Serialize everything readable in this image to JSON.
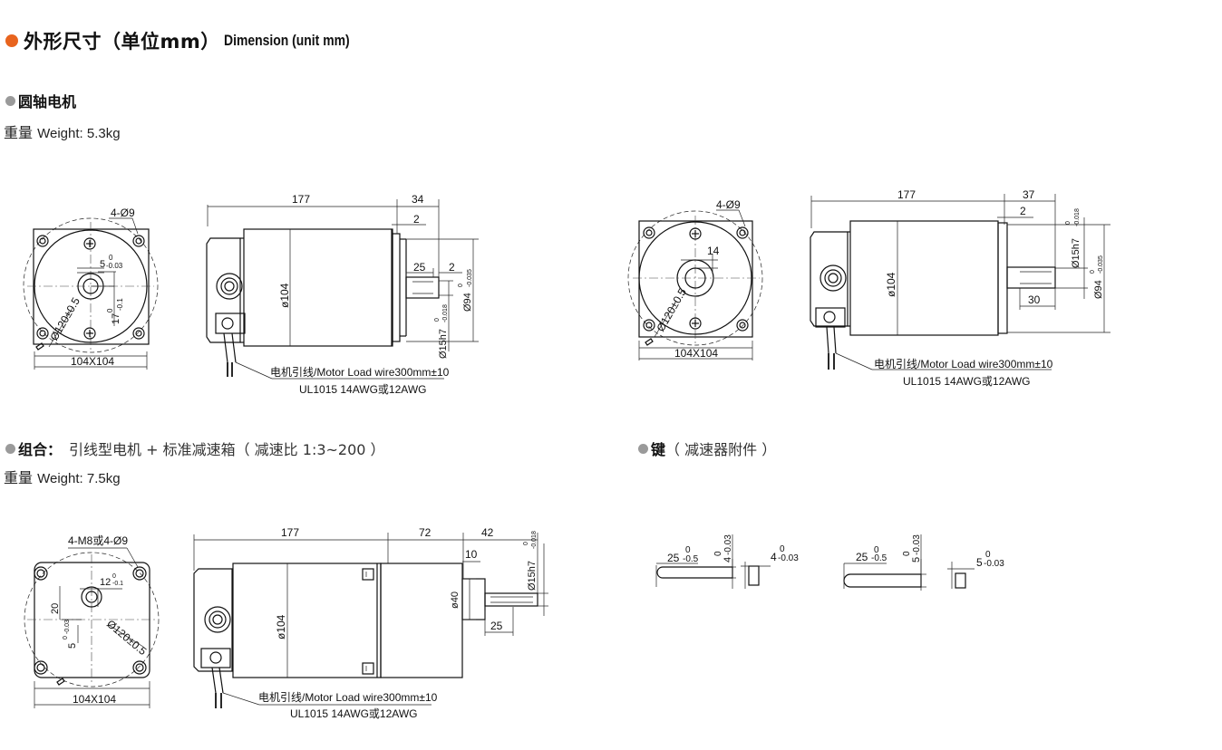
{
  "header": {
    "title_cn": "外形尺寸（单位mm）",
    "title_en": "Dimension (unit mm)",
    "accent_color": "#e8641e"
  },
  "sections": {
    "round_shaft": {
      "title": "圆轴电机",
      "weight_cn": "重量",
      "weight_en": "Weight: 5.3kg"
    },
    "combo": {
      "title": "组合：",
      "subtitle": "引线型电机 + 标准减速箱（ 减速比 1:3~200 ）",
      "weight_cn": "重量",
      "weight_en": "Weight: 7.5kg"
    },
    "key": {
      "title": "键",
      "subtitle": "（ 减速器附件 ）"
    }
  },
  "wire_label": {
    "line1": "电机引线/Motor Load wire300mm±10",
    "line2": "UL1015 14AWG或12AWG"
  },
  "d1": {
    "holes": "4-Ø9",
    "frame": "104X104",
    "circle": "Ø120±0.5",
    "key_w": "5",
    "key_w_tol_top": "0",
    "key_w_tol_bot": "-0.03",
    "key_h": "17",
    "key_h_tol_top": "0",
    "key_h_tol_bot": "-0.1",
    "len_body": "177",
    "len_shaft": "34",
    "gap": "2",
    "key_len": "25",
    "key_gap": "2",
    "body_dia": "ø104",
    "pilot": "Ø94",
    "pilot_tol_top": "0",
    "pilot_tol_bot": "-0.035",
    "shaft": "Ø15h7",
    "shaft_tol_top": "0",
    "shaft_tol_bot": "-0.018"
  },
  "d2": {
    "holes": "4-Ø9",
    "frame": "104X104",
    "circle": "Ø120±0.5",
    "key_dim": "14",
    "len_body": "177",
    "len_shaft": "37",
    "gap": "2",
    "key_len": "30",
    "body_dia": "ø104",
    "pilot": "Ø94",
    "pilot_tol_top": "0",
    "pilot_tol_bot": "-0.035",
    "shaft": "Ø15h7",
    "shaft_tol_top": "0",
    "shaft_tol_bot": "-0.018"
  },
  "d3": {
    "holes": "4-M8或4-Ø9",
    "frame": "104X104",
    "circle": "Ø120±0.5",
    "key_dim": "12",
    "key_tol_top": "0",
    "key_tol_bot": "-0.1",
    "offset": "20",
    "key_w": "5",
    "key_w_tol_top": "0",
    "key_w_tol_bot": "-0.03",
    "len_body": "177",
    "len_gear": "72",
    "len_shaft": "42",
    "flange": "10",
    "key_len": "25",
    "body_dia": "ø104",
    "boss": "ø40",
    "shaft": "Ø15h7",
    "shaft_tol_top": "0",
    "shaft_tol_bot": "-0.018"
  },
  "keys": {
    "k1_len": "25",
    "k1_len_tol_top": "0",
    "k1_len_tol_bot": "-0.5",
    "k1_w": "4",
    "k1_w_tol_top": "0",
    "k1_w_tol_bot": "-0.03",
    "k1_t": "4",
    "k1_t_tol_top": "0",
    "k1_t_tol_bot": "-0.03",
    "k2_len": "25",
    "k2_len_tol_top": "0",
    "k2_len_tol_bot": "-0.5",
    "k2_w": "5",
    "k2_w_tol_top": "0",
    "k2_w_tol_bot": "-0.03",
    "k2_t": "5",
    "k2_t_tol_top": "0",
    "k2_t_tol_bot": "-0.03"
  }
}
